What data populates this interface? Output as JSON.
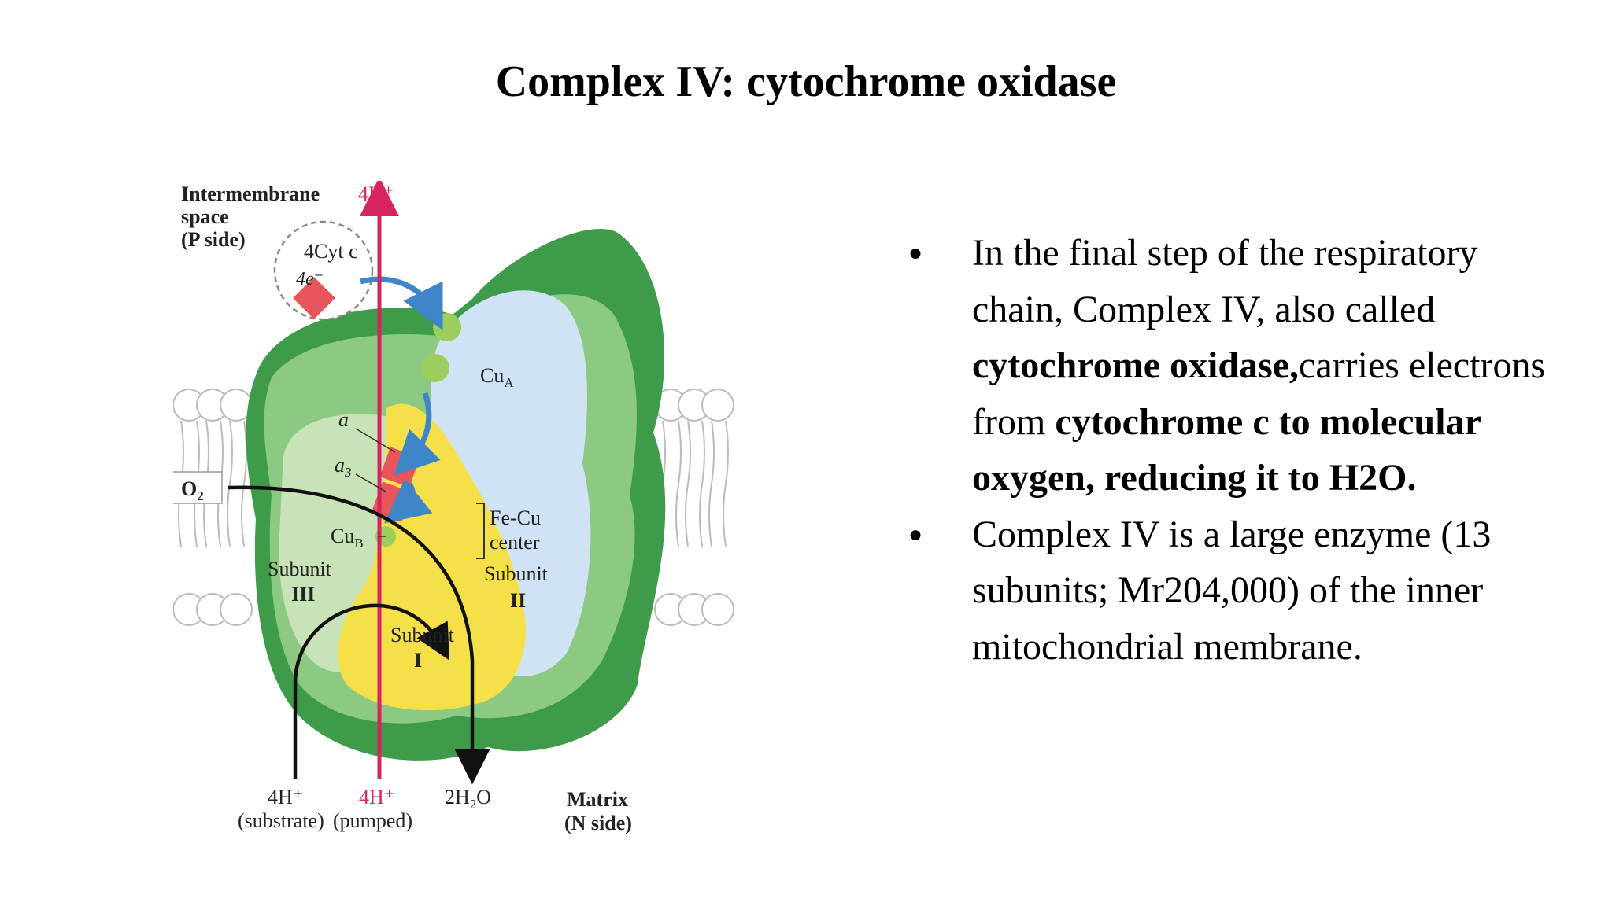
{
  "title": "Complex IV: cytochrome oxidase",
  "figure": {
    "p_side_line1": "Intermembrane",
    "p_side_line2": "space",
    "p_side_line3": "(P side)",
    "h_top": "4H⁺",
    "cytc": "4Cyt c",
    "electrons": "4e⁻",
    "cua": "Cu",
    "cua_sub": "A",
    "heme_a": "a",
    "heme_a3": "a",
    "heme_a3_sub": "3",
    "cub": "Cu",
    "cub_sub": "B",
    "o2": "O",
    "o2_sub": "2",
    "fecu_line1": "Fe-Cu",
    "fecu_line2": "center",
    "subunit_word": "Subunit",
    "subunit_iii": "III",
    "subunit_ii": "II",
    "subunit_i": "I",
    "h_sub_top": "4H⁺",
    "h_sub_bottom": "(substrate)",
    "h_pumped_top": "4H⁺",
    "h_pumped_bottom": "(pumped)",
    "water": "2H",
    "water_sub": "2",
    "water_o": "O",
    "n_side_line1": "Matrix",
    "n_side_line2": "(N side)"
  },
  "bullets": [
    {
      "seg1": "In the final step of the respiratory chain, Complex IV, also called ",
      "seg2_bold": "cytochrome oxidase,",
      "seg3": "carries electrons from ",
      "seg4_bold": "cytochrome c to molecular oxygen, reducing it to H2O."
    },
    {
      "text": "Complex IV is a large enzyme (13 subunits; Mr204,000) of the inner mitochondrial membrane."
    }
  ],
  "colors": {
    "outer_green": "#3e9b49",
    "mid_green": "#8cca84",
    "pale_green": "#c9e3b9",
    "subunit_ii_blue": "#cfe3f4",
    "subunit_i_yellow": "#f5e04a",
    "heme_red": "#e8555a",
    "proton_pink": "#d6245e",
    "electron_blue": "#3f86c9"
  }
}
